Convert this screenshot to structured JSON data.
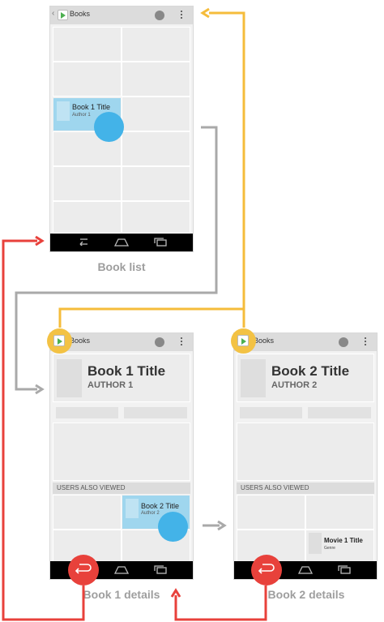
{
  "list_screen": {
    "app_title": "Books",
    "highlight_title": "Book 1 Title",
    "highlight_author": "Author 1"
  },
  "book1_screen": {
    "app_title": "Books",
    "title": "Book 1 Title",
    "author": "AUTHOR 1",
    "section_header": "USERS ALSO VIEWED",
    "highlight_title": "Book 2 Title",
    "highlight_author": "Author 2"
  },
  "book2_screen": {
    "app_title": "Books",
    "title": "Book 2 Title",
    "author": "AUTHOR 2",
    "section_header": "USERS ALSO VIEWED",
    "movie_title": "Movie 1 Title",
    "movie_genre": "Genre"
  },
  "captions": {
    "book_list": "Book list",
    "book1_details": "Book 1 details",
    "book2_details": "Book 2 details"
  },
  "colors": {
    "highlight": "#9fd6ee",
    "touch": "#43b3e8",
    "up_arrow": "#f5bc3b",
    "back_arrow": "#e8413b",
    "nav_arrow": "#a9a9a9"
  }
}
